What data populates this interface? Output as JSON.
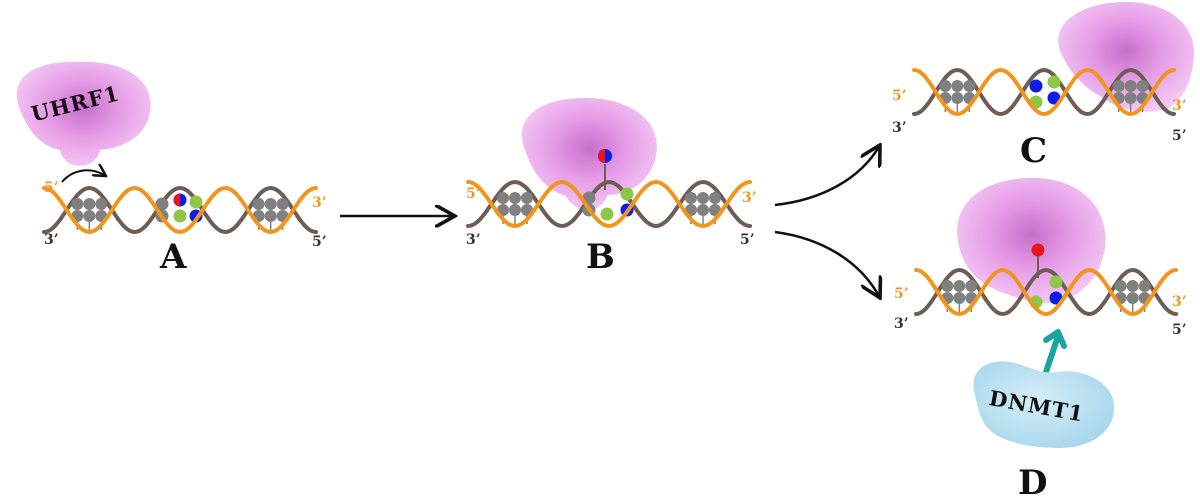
{
  "panels": {
    "A": {
      "label": "A",
      "protein": "UHRF1",
      "end_top_left": "5’",
      "end_top_right": "3’",
      "end_bottom_left": "3’",
      "end_bottom_right": "5’"
    },
    "B": {
      "label": "B",
      "end_top_left": "5’",
      "end_top_right": "3’",
      "end_bottom_left": "3’",
      "end_bottom_right": "5’"
    },
    "C": {
      "label": "C",
      "end_top_left": "5’",
      "end_top_right": "3’",
      "end_bottom_left": "3’",
      "end_bottom_right": "5’"
    },
    "D": {
      "label": "D",
      "protein": "DNMT1",
      "end_top_left": "5’",
      "end_top_right": "3’",
      "end_bottom_left": "3’",
      "end_bottom_right": "5’"
    }
  },
  "colors": {
    "strand_top": "#f0961e",
    "strand_bottom": "#6e5d52",
    "base": "#808080",
    "methyl_red": "#e8141e",
    "base_blue": "#0a1ee6",
    "base_green": "#8cc846",
    "uhrf1": "#ee9ef0",
    "dnmt1": "#b8e2f2",
    "arrow_dnmt1": "#1aa69a"
  }
}
